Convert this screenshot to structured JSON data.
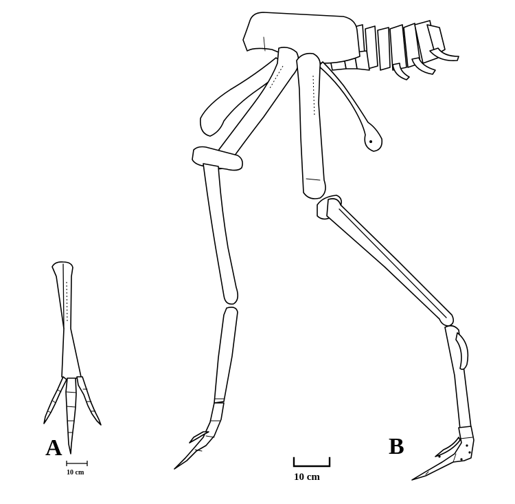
{
  "panels": {
    "a": {
      "letter": "A",
      "scale_label": "10 cm"
    },
    "b": {
      "letter": "B",
      "scale_label": "10 cm"
    }
  },
  "colors": {
    "ink": "#000000",
    "paper": "#ffffff"
  }
}
